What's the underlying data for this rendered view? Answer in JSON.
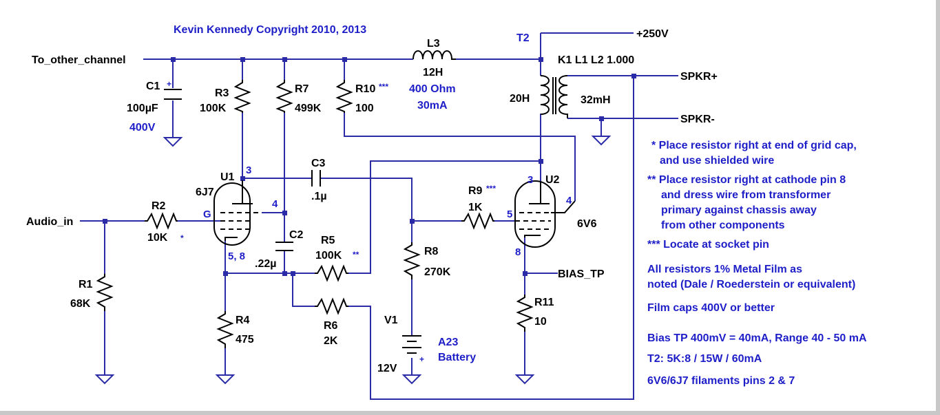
{
  "title": "Kevin Kennedy Copyright 2010, 2013",
  "nets": {
    "to_other_channel": "To_other_channel",
    "audio_in": "Audio_in",
    "plus250": "+250V",
    "spkr_plus": "SPKR+",
    "spkr_minus": "SPKR-",
    "bias_tp": "BIAS_TP"
  },
  "components": {
    "c1": {
      "ref": "C1",
      "value": "100µF",
      "rating": "400V",
      "polarity": "+"
    },
    "r3": {
      "ref": "R3",
      "value": "100K"
    },
    "r7": {
      "ref": "R7",
      "value": "499K"
    },
    "r10": {
      "ref": "R10",
      "value": "100",
      "marker": "***"
    },
    "l3": {
      "ref": "L3",
      "value": "12H",
      "resistance": "400 Ohm",
      "current": "30mA"
    },
    "t2": {
      "ref": "T2",
      "coupling": "K1 L1 L2 1.000",
      "primary": "20H",
      "secondary": "32mH"
    },
    "u1": {
      "ref": "U1",
      "type": "6J7",
      "pin_plate": "3",
      "pin_screen": "4",
      "pin_grid": "G",
      "pin_cathode": "5, 8"
    },
    "u2": {
      "ref": "U2",
      "type": "6V6",
      "pin_plate": "3",
      "pin_screen": "4",
      "pin_grid": "5",
      "pin_cathode": "8"
    },
    "c3": {
      "ref": "C3",
      "value": ".1µ"
    },
    "c2": {
      "ref": "C2",
      "value": ".22µ"
    },
    "r2": {
      "ref": "R2",
      "value": "10K",
      "marker": "*"
    },
    "r1": {
      "ref": "R1",
      "value": "68K"
    },
    "r4": {
      "ref": "R4",
      "value": "475"
    },
    "r5": {
      "ref": "R5",
      "value": "100K",
      "marker": "**"
    },
    "r6": {
      "ref": "R6",
      "value": "2K"
    },
    "r8": {
      "ref": "R8",
      "value": "270K"
    },
    "r9": {
      "ref": "R9",
      "value": "1K",
      "marker": "***"
    },
    "r11": {
      "ref": "R11",
      "value": "10"
    },
    "v1": {
      "ref": "V1",
      "value": "12V",
      "type": "A23",
      "type2": "Battery",
      "polarity": "+"
    }
  },
  "notes": {
    "n1a": "* Place resistor right at end of grid cap,",
    "n1b": "and use shielded wire",
    "n2a": "** Place resistor right at cathode pin 8",
    "n2b": "and dress wire from transformer",
    "n2c": "primary against chassis away",
    "n2d": "from other components",
    "n3": "*** Locate at socket pin",
    "n4a": "All resistors 1% Metal Film as",
    "n4b": "noted (Dale / Roederstein or equivalent)",
    "n5": "Film caps 400V or better",
    "n6": "Bias TP 400mV = 40mA, Range 40 - 50 mA",
    "n7": "T2: 5K:8 / 15W / 60mA",
    "n8": "6V6/6J7 filaments pins 2 & 7"
  },
  "colors": {
    "wire": "#2b2ba8",
    "component": "#000000",
    "label_blue": "#1e1ec8",
    "background": "#ffffff",
    "frame": "#c8c8c8"
  }
}
